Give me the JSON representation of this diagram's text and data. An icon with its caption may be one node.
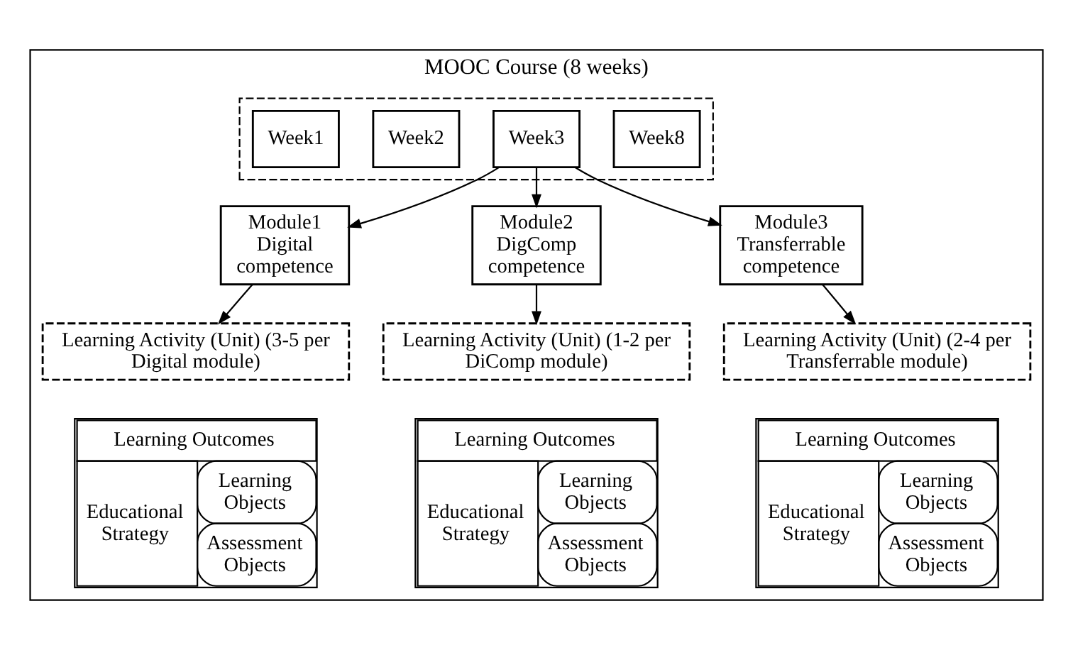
{
  "diagram": {
    "nodes": [
      {
        "text": [
          "MOOC Course (8 weeks)"
        ]
      },
      {
        "text": [],
        "shape": "box",
        "in": 0
      },
      {
        "text": [
          "Week1"
        ],
        "in": 1
      },
      {
        "text": [
          "Week2"
        ],
        "in": 1
      },
      {
        "text": [
          "Week3"
        ],
        "in": 1
      },
      {
        "text": [
          "Week8"
        ],
        "in": 1
      },
      {
        "text": [
          "Module1 Digital competence"
        ],
        "in": 0
      },
      {
        "text": [
          "Module2 DigComp competence"
        ],
        "in": 0
      },
      {
        "text": [
          "Module3 Transferrable competence"
        ],
        "in": 0
      },
      {
        "text": [
          "Learning Activity (Unit) (3-5 per Digital module)"
        ],
        "in": 0
      },
      {
        "text": [
          "Learning Outcomes",
          "Educational Strategy",
          "Learning Objects",
          "Assessment Objects"
        ],
        "in": 0
      },
      {
        "text": [
          "Learning Activity (Unit) (1-2 per DiComp module)"
        ],
        "in": 0
      },
      {
        "text": [
          "Learning Outcomes",
          "Educational Strategy",
          "Learning Objects",
          "Assessment Objects"
        ],
        "in": 0
      },
      {
        "text": [
          "Learning Activity (Unit) (2-4 per Transferrable module)"
        ],
        "in": 0
      },
      {
        "text": [
          "Learning Outcomes",
          "Educational Strategy",
          "Learning Objects",
          "Assessment Objects"
        ],
        "in": 0
      }
    ],
    "edges": [
      {
        "from": 4,
        "to": 6,
        "arrow": "to"
      },
      {
        "from": 4,
        "to": 7,
        "arrow": "to"
      },
      {
        "from": 4,
        "to": 8,
        "arrow": "to"
      },
      {
        "from": 6,
        "to": 9,
        "arrow": "to"
      },
      {
        "from": 7,
        "to": 11,
        "arrow": "to"
      },
      {
        "from": 8,
        "to": 13,
        "arrow": "to"
      }
    ]
  }
}
